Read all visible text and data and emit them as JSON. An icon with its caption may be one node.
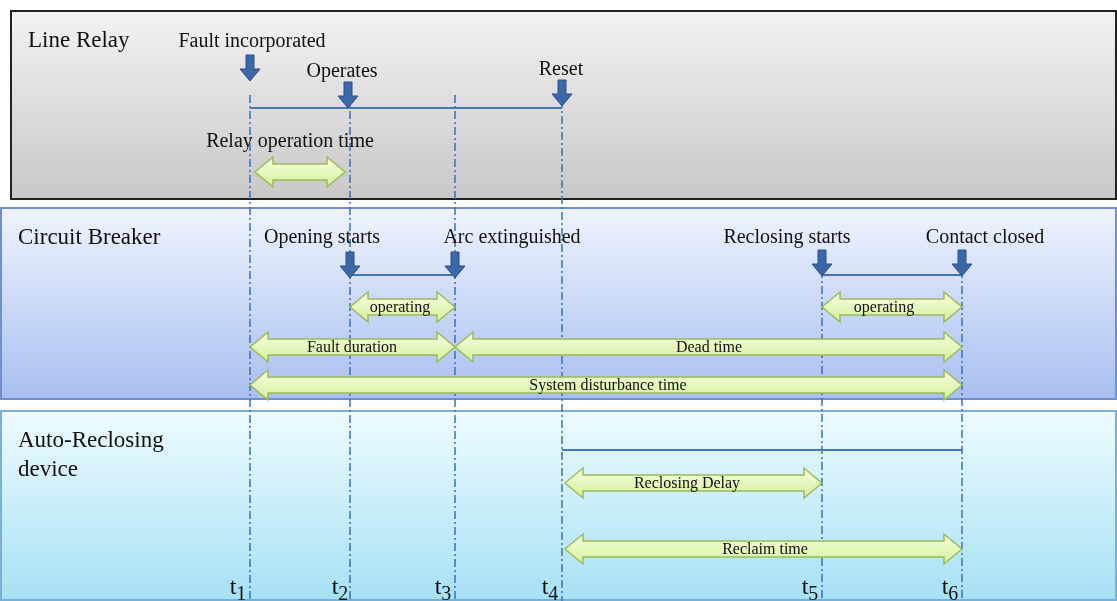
{
  "diagram": {
    "nodes": [
      {
        "text": [
          "Line Relay"
        ]
      },
      {
        "text": [
          "Circuit Breaker"
        ]
      },
      {
        "text": [
          "Auto-Reclosing device"
        ]
      }
    ],
    "edges": [],
    "labels": [
      "Fault incorporated",
      "Operates",
      "Reset",
      "Relay operation time",
      "Opening starts",
      "Arc extinguished",
      "Reclosing starts",
      "Contact closed",
      "operating",
      "operating",
      "Fault duration",
      "Dead time",
      "System disturbance time",
      "Reclosing Delay",
      "Reclaim time",
      "t$_{1}$",
      "t$_{2}$",
      "t$_{3}$",
      "t$_{4}$",
      "t$_{5}$",
      "t$_{6}$"
    ]
  }
}
